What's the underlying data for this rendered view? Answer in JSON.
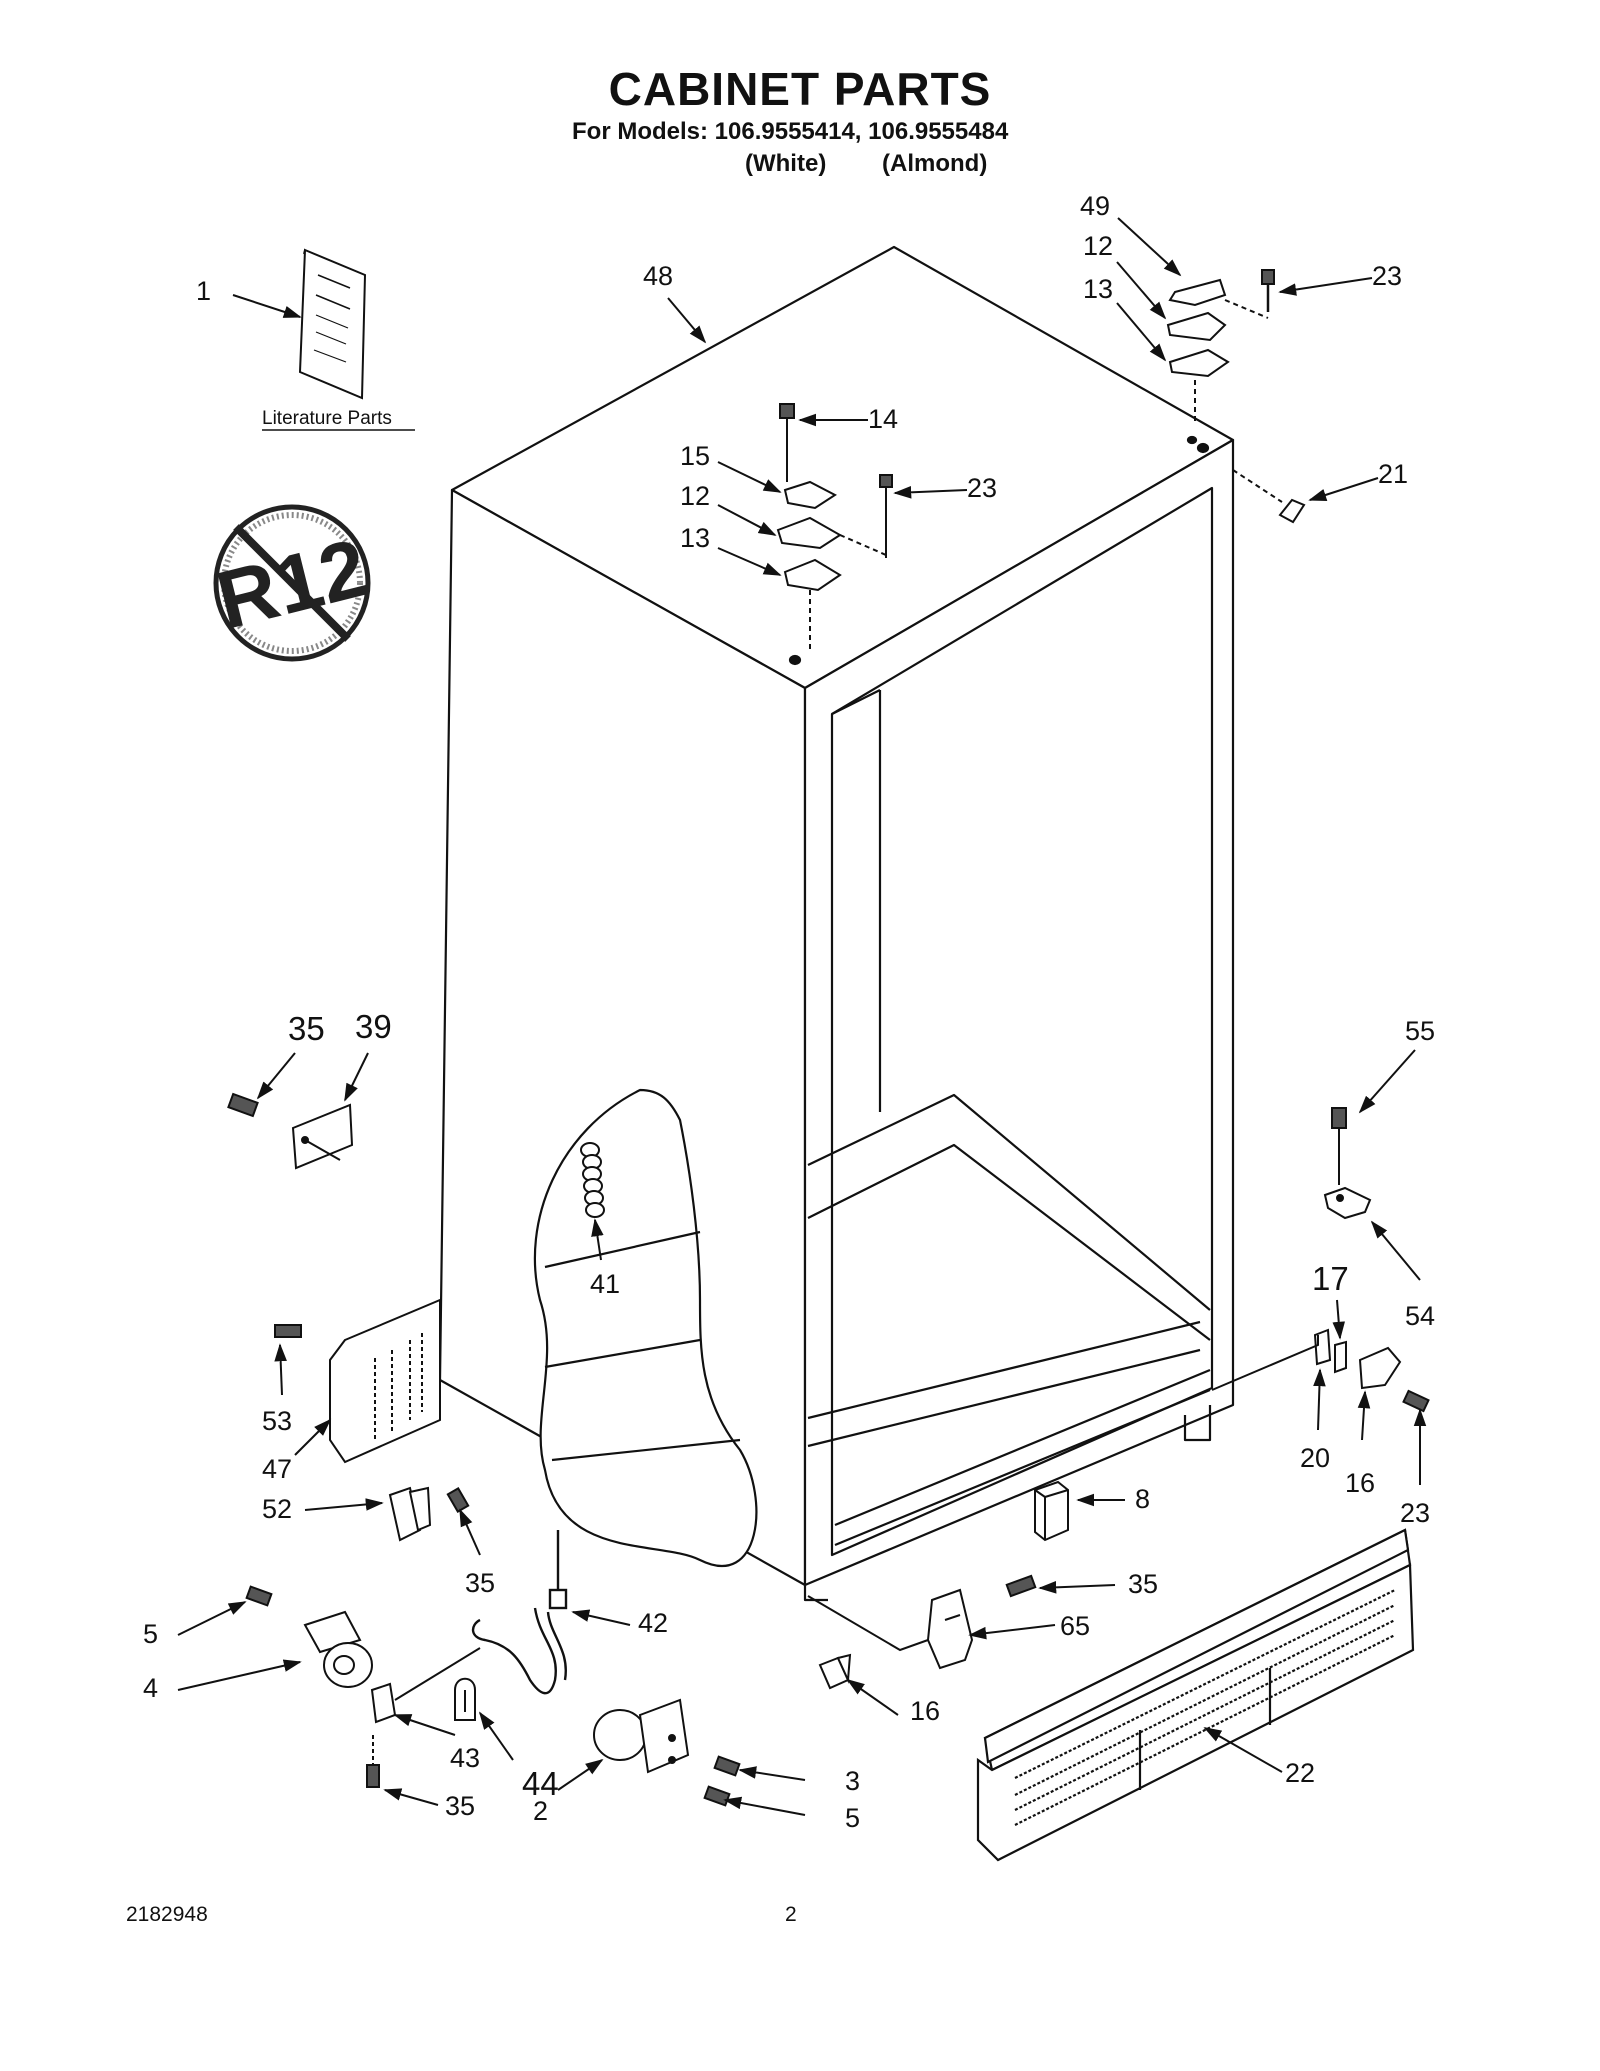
{
  "header": {
    "title": "CABINET PARTS",
    "subtitle": "For Models: 106.9555414, 106.9555484",
    "variant_1": "(White)",
    "variant_2": "(Almond)"
  },
  "literature": {
    "label": "Literature Parts"
  },
  "badge": {
    "text": "R12"
  },
  "callouts": {
    "c1": "1",
    "c48": "48",
    "c49": "49",
    "c12a": "12",
    "c13a": "13",
    "c23a": "23",
    "c14": "14",
    "c15": "15",
    "c12b": "12",
    "c13b": "13",
    "c23b": "23",
    "c21": "21",
    "c35a": "35",
    "c39": "39",
    "c41": "41",
    "c55": "55",
    "c54": "54",
    "c17": "17",
    "c20": "20",
    "c16a": "16",
    "c23c": "23",
    "c53": "53",
    "c47": "47",
    "c52": "52",
    "c35b": "35",
    "c8": "8",
    "c35c": "35",
    "c65": "65",
    "c42": "42",
    "c5a": "5",
    "c4": "4",
    "c43": "43",
    "c44": "44",
    "c35d": "35",
    "c2": "2",
    "c3": "3",
    "c5b": "5",
    "c16b": "16",
    "c22": "22"
  },
  "footer": {
    "doc_number": "2182948",
    "page_number": "2"
  }
}
